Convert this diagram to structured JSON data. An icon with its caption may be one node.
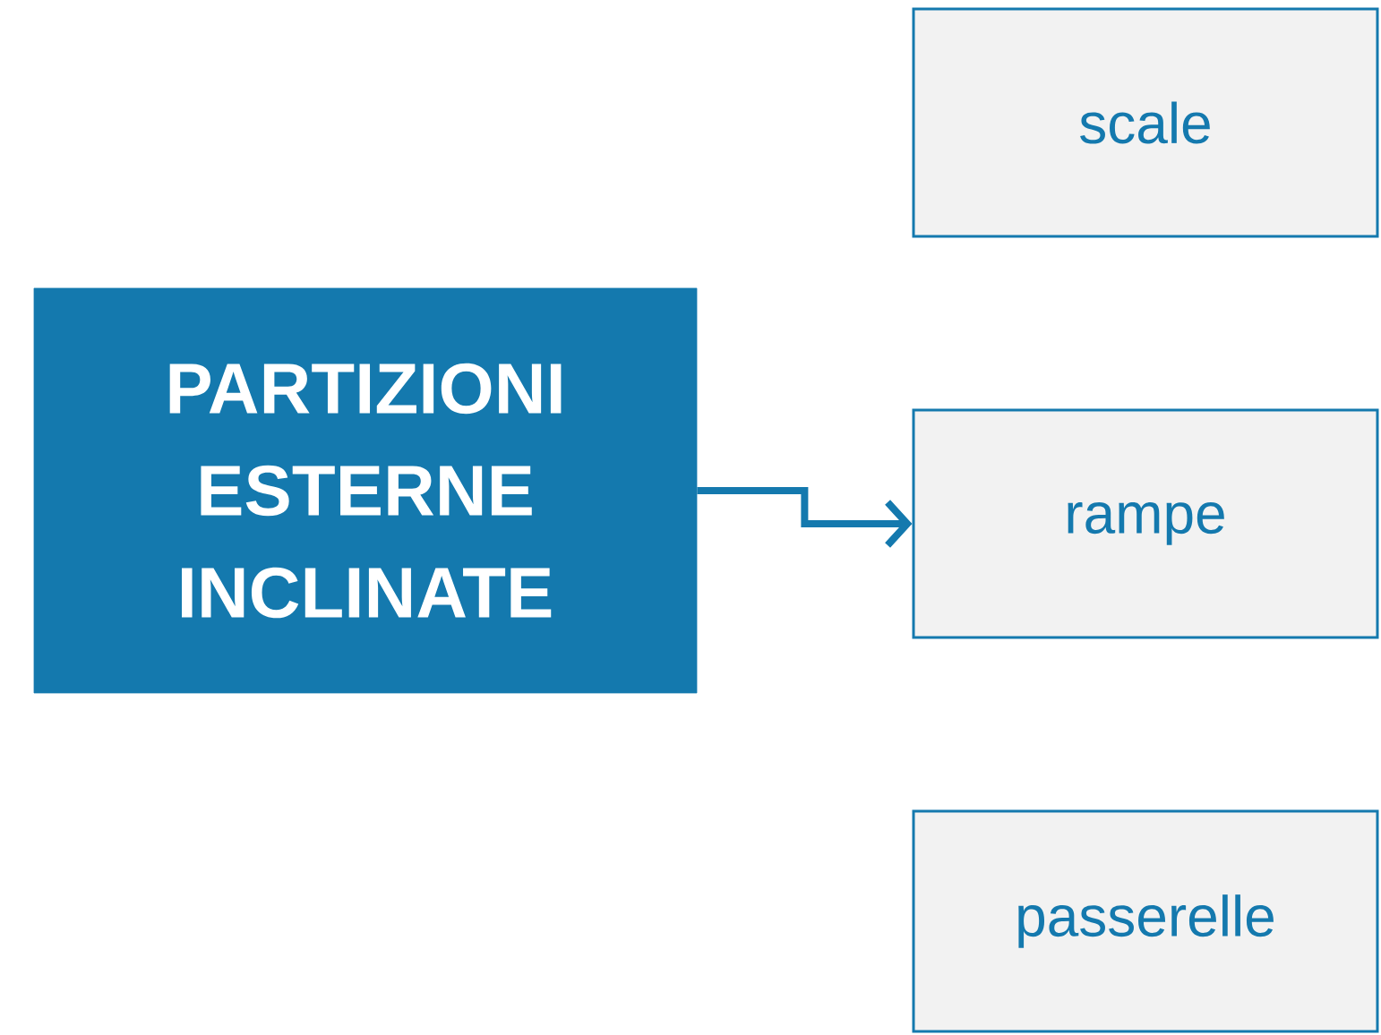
{
  "diagram": {
    "nodes": [
      {
        "text": [
          "PARTIZIONI ESTERNE INCLINATE"
        ]
      },
      {
        "text": [
          "scale"
        ]
      },
      {
        "text": [
          "rampe"
        ]
      },
      {
        "text": [
          "passerelle"
        ]
      }
    ],
    "edges": [
      {
        "from": 0,
        "to": 2,
        "arrow": "to"
      }
    ]
  }
}
